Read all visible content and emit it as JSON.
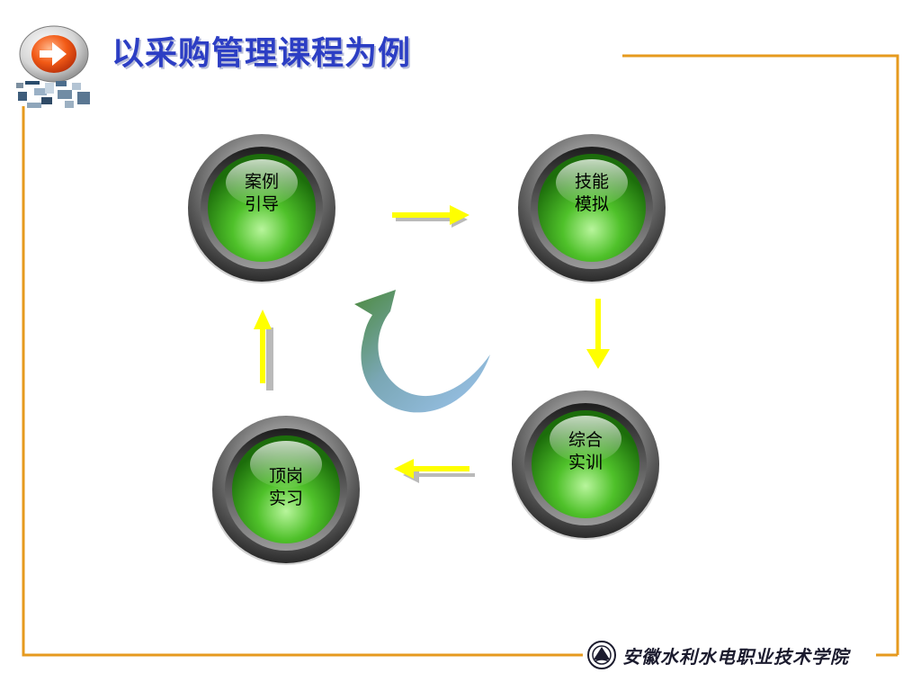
{
  "header": {
    "title": "以采购管理课程为例"
  },
  "nodes": {
    "case": {
      "line1": "案例",
      "line2": "引导"
    },
    "skill": {
      "line1": "技能",
      "line2": "模拟"
    },
    "train": {
      "line1": "综合",
      "line2": "实训"
    },
    "intern": {
      "line1": "顶岗",
      "line2": "实习"
    }
  },
  "footer": {
    "school": "安徽水利水电职业技术学院"
  },
  "colors": {
    "title": "#2c3ec4",
    "frame": "#e69a1e",
    "node_green": "#3fb51d",
    "arrow_yellow": "#ffff00"
  }
}
